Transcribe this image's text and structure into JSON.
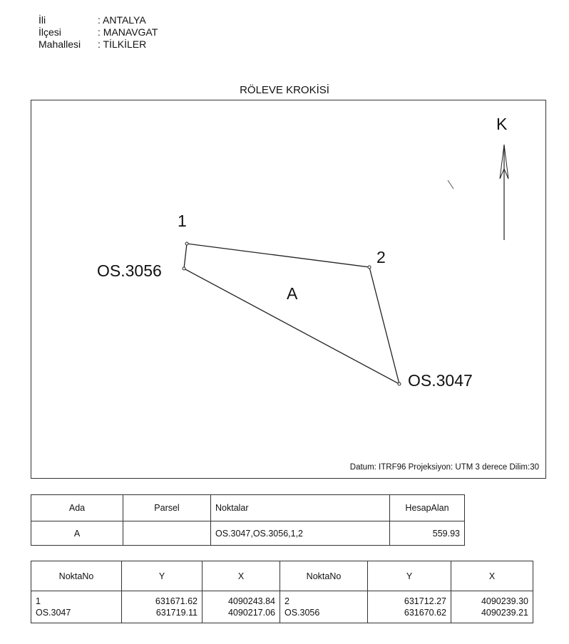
{
  "header": {
    "rows": [
      {
        "label": "İli",
        "value": ": ANTALYA"
      },
      {
        "label": "İlçesi",
        "value": ": MANAVGAT"
      },
      {
        "label": "Mahallesi",
        "value": ": TİLKİLER"
      }
    ]
  },
  "title": "RÖLEVE KROKİSİ",
  "sketch": {
    "north": "K",
    "point_labels": {
      "p1": "1",
      "p2": "2",
      "os3056": "OS.3056",
      "os3047": "OS.3047"
    },
    "area_label": "A",
    "datum": "Datum: ITRF96 Projeksiyon: UTM 3 derece Dilim:30"
  },
  "area_table": {
    "headers": [
      "Ada",
      "Parsel",
      "Noktalar",
      "HesapAlan"
    ],
    "row": {
      "ada": "A",
      "parsel": "",
      "noktalar": "OS.3047,OS.3056,1,2",
      "hesapalan": "559.93"
    }
  },
  "coord_table": {
    "headers": [
      "NoktaNo",
      "Y",
      "X",
      "NoktaNo",
      "Y",
      "X"
    ],
    "left": {
      "no1": "1",
      "no2": "OS.3047",
      "y1": "631671.62",
      "y2": "631719.11",
      "x1": "4090243.84",
      "x2": "4090217.06"
    },
    "right": {
      "no1": "2",
      "no2": "OS.3056",
      "y1": "631712.27",
      "y2": "631670.62",
      "x1": "4090239.30",
      "x2": "4090239.21"
    }
  }
}
